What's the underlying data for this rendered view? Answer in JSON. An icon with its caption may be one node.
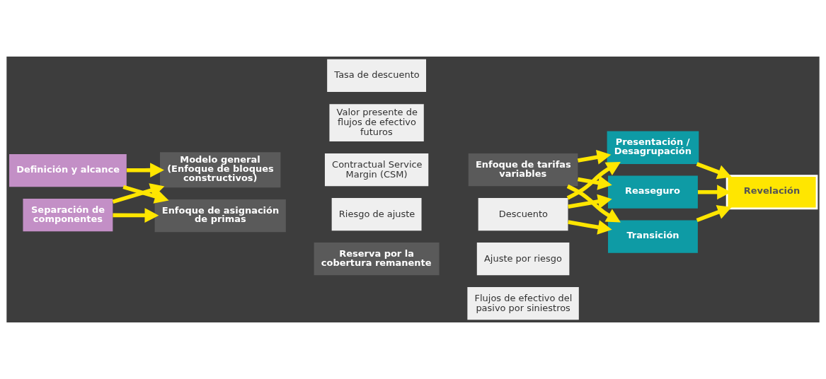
{
  "diagram": {
    "nodes": [
      {
        "text": [
          "Definición y alcance"
        ]
      },
      {
        "text": [
          "Separación de componentes"
        ]
      },
      {
        "text": [
          "Modelo general (Enfoque de bloques constructivos)"
        ]
      },
      {
        "text": [
          "Contractual Service Margin (CSM)"
        ]
      },
      {
        "text": [
          "Riesgo de ajuste"
        ]
      },
      {
        "text": [
          "Tasa de descuento"
        ]
      },
      {
        "text": [
          "Valor presente de flujos de efectivo futuros"
        ]
      },
      {
        "text": [
          "Enfoque de tarifas variables"
        ]
      },
      {
        "text": [
          "Enfoque de asignación de primas"
        ]
      },
      {
        "text": [
          "Reserva por la cobertura remanente"
        ]
      },
      {
        "text": [
          "Ajuste por riesgo"
        ]
      },
      {
        "text": [
          "Descuento"
        ]
      },
      {
        "text": [
          "Flujos de efectivo del pasivo por siniestros"
        ]
      },
      {
        "text": [
          "Presentación / Desagrupación"
        ]
      },
      {
        "text": [
          "Reaseguro"
        ]
      },
      {
        "text": [
          "Transición"
        ]
      },
      {
        "text": [
          "Revelación"
        ]
      }
    ],
    "edges": [
      {
        "from": 0,
        "to": 2,
        "arrow": "to"
      },
      {
        "from": 0,
        "to": 8,
        "arrow": "to"
      },
      {
        "from": 1,
        "to": 2,
        "arrow": "to"
      },
      {
        "from": 1,
        "to": 8,
        "arrow": "to"
      },
      {
        "from": 7,
        "to": 13,
        "arrow": "to"
      },
      {
        "from": 7,
        "to": 14,
        "arrow": "to"
      },
      {
        "from": 7,
        "to": 15,
        "arrow": "to"
      },
      {
        "from": 11,
        "to": 13,
        "arrow": "to"
      },
      {
        "from": 11,
        "to": 14,
        "arrow": "to"
      },
      {
        "from": 11,
        "to": 15,
        "arrow": "to"
      },
      {
        "from": 13,
        "to": 16,
        "arrow": "to"
      },
      {
        "from": 14,
        "to": 16,
        "arrow": "to"
      },
      {
        "from": 15,
        "to": 16,
        "arrow": "to"
      }
    ]
  }
}
